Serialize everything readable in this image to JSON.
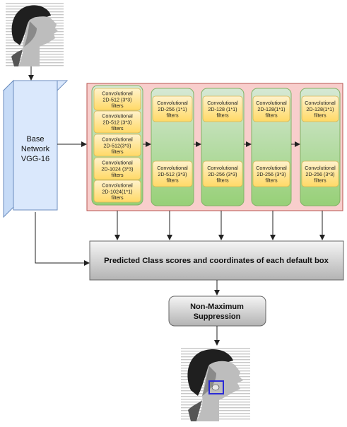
{
  "base_network": {
    "line1": "Base",
    "line2": "Network",
    "line3": "VGG-16"
  },
  "base_columns": [
    {
      "blocks": [
        [
          "Convolutional",
          "2D-512 (3*3)",
          "filters"
        ],
        [
          "Convolutional",
          "2D-512 (3*3)",
          "filters"
        ],
        [
          "Convolutional",
          "2D-512(3*3)",
          "filters"
        ],
        [
          "Convolutional",
          "2D-1024 (3*3)",
          "filters"
        ],
        [
          "Convolutional",
          "2D-1024(1*1)",
          "filters"
        ]
      ]
    }
  ],
  "extra_columns": [
    {
      "top": [
        "Convolutional",
        "2D-256 (1*1)",
        "filters"
      ],
      "bottom": [
        "Convolutional",
        "2D-512 (3*3)",
        "filters"
      ]
    },
    {
      "top": [
        "Convolutional",
        "2D-128 (1*1)",
        "filters"
      ],
      "bottom": [
        "Convolutional",
        "2D-256 (3*3)",
        "filters"
      ]
    },
    {
      "top": [
        "Convolutional",
        "2D-128(1*1)",
        "filters"
      ],
      "bottom": [
        "Convolutional",
        "2D-256 (3*3)",
        "filters"
      ]
    },
    {
      "top": [
        "Convolutional",
        "2D-128(1*1)",
        "filters"
      ],
      "bottom": [
        "Convolutional",
        "2D-256 (3*3)",
        "filters"
      ]
    }
  ],
  "predicted_box": {
    "label": "Predicted Class scores and coordinates of each default box"
  },
  "nms_box": {
    "line1": "Non-Maximum",
    "line2": "Suppression"
  },
  "colors": {
    "base_fill": "#dae8fc",
    "base_stroke": "#6c8ebf",
    "outer_fill": "#f8cecc",
    "outer_stroke": "#b85450",
    "green_top": "#d5e8d4",
    "green_bottom": "#97d077",
    "green_stroke": "#82b366",
    "yellow_top": "#fff2cc",
    "yellow_bottom": "#ffd966",
    "yellow_stroke": "#d6b656",
    "gray_top": "#f5f5f5",
    "gray_bottom": "#b3b3b3",
    "gray_stroke": "#666666"
  }
}
